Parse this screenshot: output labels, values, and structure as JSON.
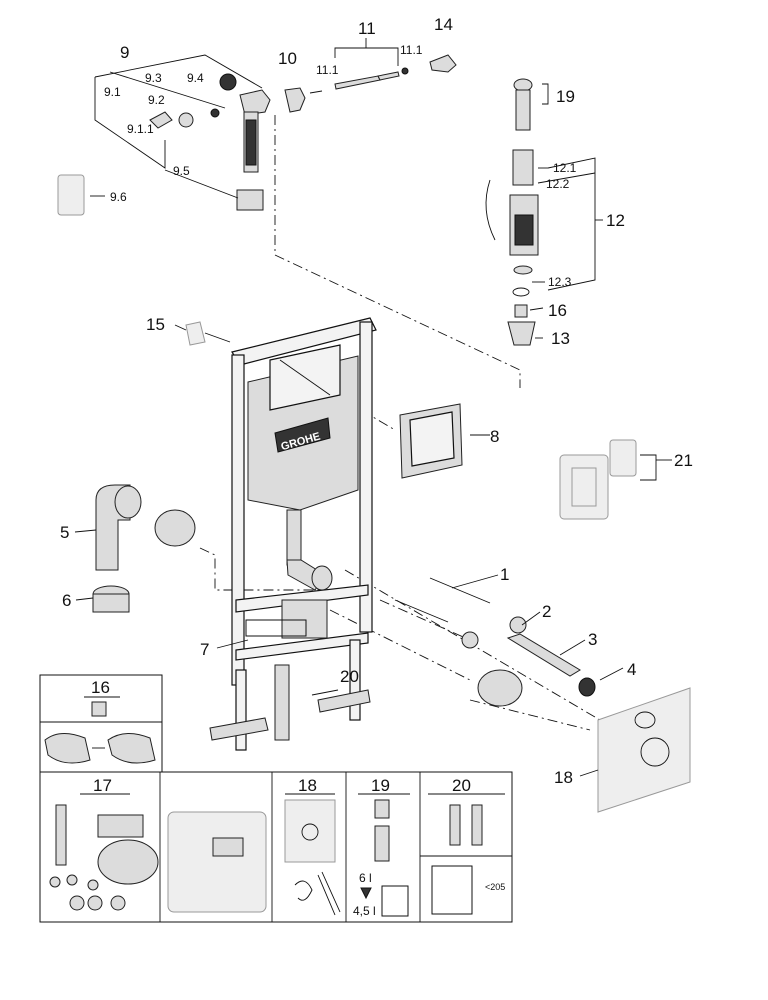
{
  "brand": "GROHE",
  "callouts": {
    "p1": "1",
    "p2": "2",
    "p3": "3",
    "p4": "4",
    "p5": "5",
    "p6": "6",
    "p7": "7",
    "p8": "8",
    "p9": "9",
    "p9_1": "9.1",
    "p9_1_1": "9.1.1",
    "p9_2": "9.2",
    "p9_3": "9.3",
    "p9_4": "9.4",
    "p9_5": "9.5",
    "p9_6": "9.6",
    "p10": "10",
    "p11": "11",
    "p11_1a": "11.1",
    "p11_1b": "11.1",
    "p12": "12",
    "p12_1": "12.1",
    "p12_2": "12.2",
    "p12_3": "12.3",
    "p13": "13",
    "p14": "14",
    "p15": "15",
    "p16": "16",
    "p18": "18",
    "p19": "19",
    "p20": "20",
    "p21": "21"
  },
  "panels": {
    "p16": "16",
    "p17": "17",
    "p18": "18",
    "p19": "19",
    "p20": "20",
    "flush_6": "6 l",
    "flush_45": "4,5 l",
    "dim_205": "<205"
  }
}
